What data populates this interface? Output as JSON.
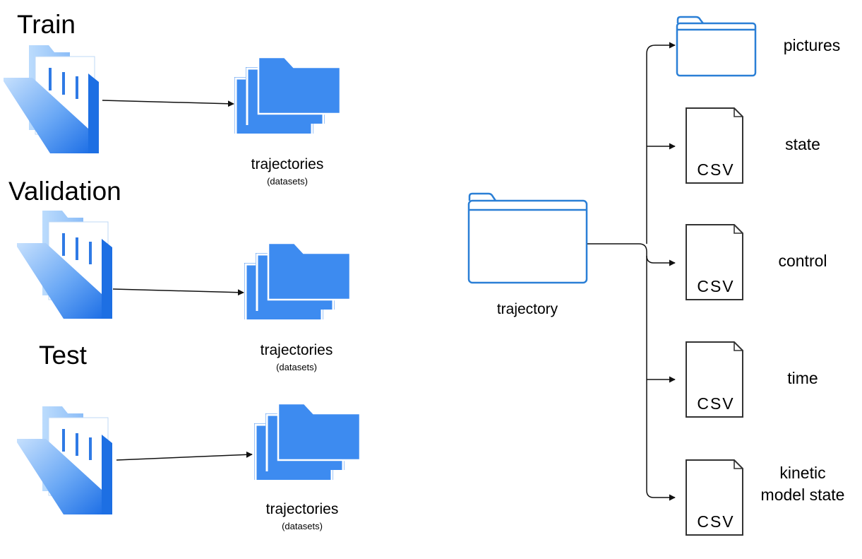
{
  "splits": [
    {
      "title": "Train",
      "label": "trajectories",
      "sublabel": "(datasets)"
    },
    {
      "title": "Validation",
      "label": "trajectories",
      "sublabel": "(datasets)"
    },
    {
      "title": "Test",
      "label": "trajectories",
      "sublabel": "(datasets)"
    }
  ],
  "trajectory": {
    "label": "trajectory",
    "outputs": [
      {
        "label": "pictures",
        "type": "folder"
      },
      {
        "label": "state",
        "type": "csv",
        "file_text": "CSV"
      },
      {
        "label": "control",
        "type": "csv",
        "file_text": "CSV"
      },
      {
        "label": "time",
        "type": "csv",
        "file_text": "CSV"
      },
      {
        "label": "kinetic model state",
        "type": "csv",
        "file_text": "CSV"
      }
    ]
  },
  "colors": {
    "folder_blue": "#3d8bf0",
    "folder_light": "#9cc8fb",
    "folder_dark": "#1e6fe0",
    "outline_blue": "#2a7fd6",
    "line": "#111111"
  },
  "icons": {
    "open_folder": "open-folder-icon",
    "stacked_folders": "stacked-folders-icon",
    "folder_outline": "folder-outline-icon",
    "csv_file": "csv-file-icon"
  }
}
